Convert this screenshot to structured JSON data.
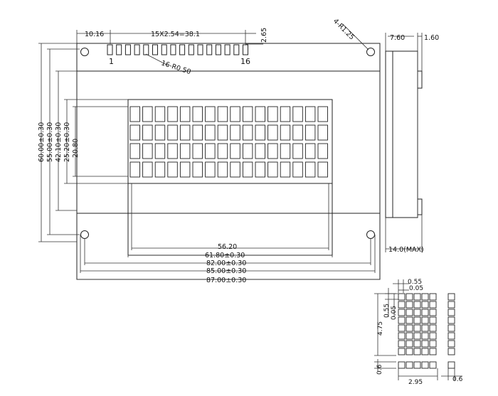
{
  "drawing": {
    "front": {
      "top_pitch": "15X2.54=38.1",
      "left_offset": "10.16",
      "pin_height": "2.65",
      "hole_note": "4-R1.25",
      "pad_note": "16-R0.50",
      "pin_first": "1",
      "pin_last": "16",
      "height_labels": [
        "60.00±0.30",
        "55.00±0.30",
        "42.10±0.30",
        "25.20±0.30",
        "20.80"
      ],
      "width_labels": [
        "56.20",
        "61.80±0.30",
        "82.00±0.30",
        "85.00±0.30",
        "87.00±0.30"
      ]
    },
    "side": {
      "width_label": "7.60",
      "pin_label": "1.60",
      "max_label": "14.0(MAX)"
    },
    "char_detail": {
      "top_a": "0.55",
      "top_b": "0.05",
      "left_a": "0.55",
      "left_b": "0.05",
      "height": "4.75",
      "bottom_left": "0.6",
      "width": "2.95",
      "bottom_right": "0.6"
    },
    "grid": {
      "cols": 16,
      "rows": 4
    }
  }
}
